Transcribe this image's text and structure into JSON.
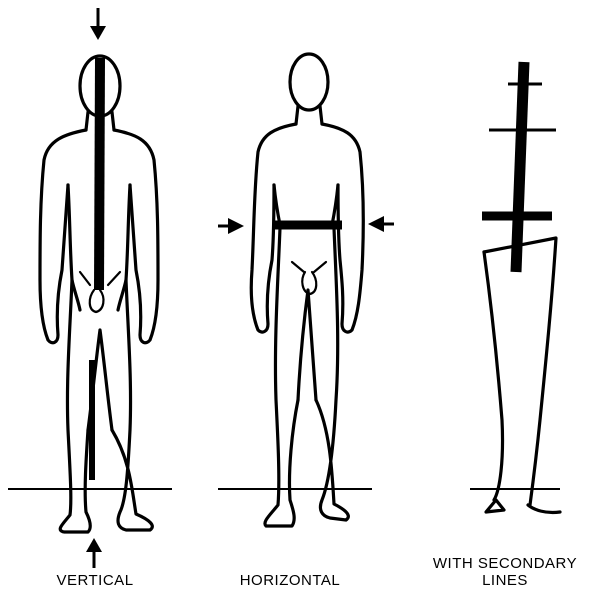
{
  "captions": {
    "vertical": "VERTICAL",
    "horizontal": "HORIZONTAL",
    "secondary_line1": "WITH SECONDARY",
    "secondary_line2": "LINES"
  },
  "colors": {
    "ink": "#000000",
    "paper": "#ffffff"
  }
}
